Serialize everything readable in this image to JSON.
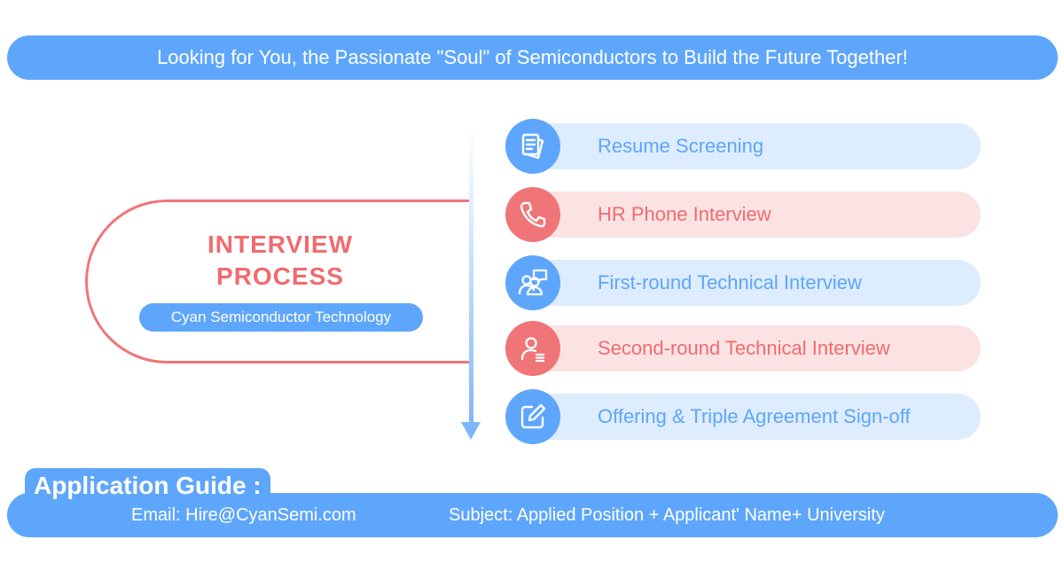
{
  "header": {
    "slogan": "Looking for You, the Passionate \"Soul\" of Semiconductors to Build the Future Together!"
  },
  "badge": {
    "title": "INTERVIEW\nPROCESS",
    "company": "Cyan Semiconductor Technology"
  },
  "colors": {
    "blue": "#5ea6fb",
    "blue_light": "#ddecfe",
    "red": "#f07578",
    "red_light": "#fbe3e3"
  },
  "steps": [
    {
      "label": "Resume Screening",
      "icon": "document-icon",
      "tone": "blue"
    },
    {
      "label": "HR Phone Interview",
      "icon": "phone-icon",
      "tone": "red"
    },
    {
      "label": "First-round Technical Interview",
      "icon": "people-chat-icon",
      "tone": "blue"
    },
    {
      "label": "Second-round Technical Interview",
      "icon": "user-list-icon",
      "tone": "red"
    },
    {
      "label": "Offering & Triple Agreement Sign-off",
      "icon": "edit-icon",
      "tone": "blue"
    }
  ],
  "guide": {
    "title": "Application Guide :",
    "email": "Email: Hire@CyanSemi.com",
    "subject": "Subject: Applied Position + Applicant' Name+ University"
  }
}
